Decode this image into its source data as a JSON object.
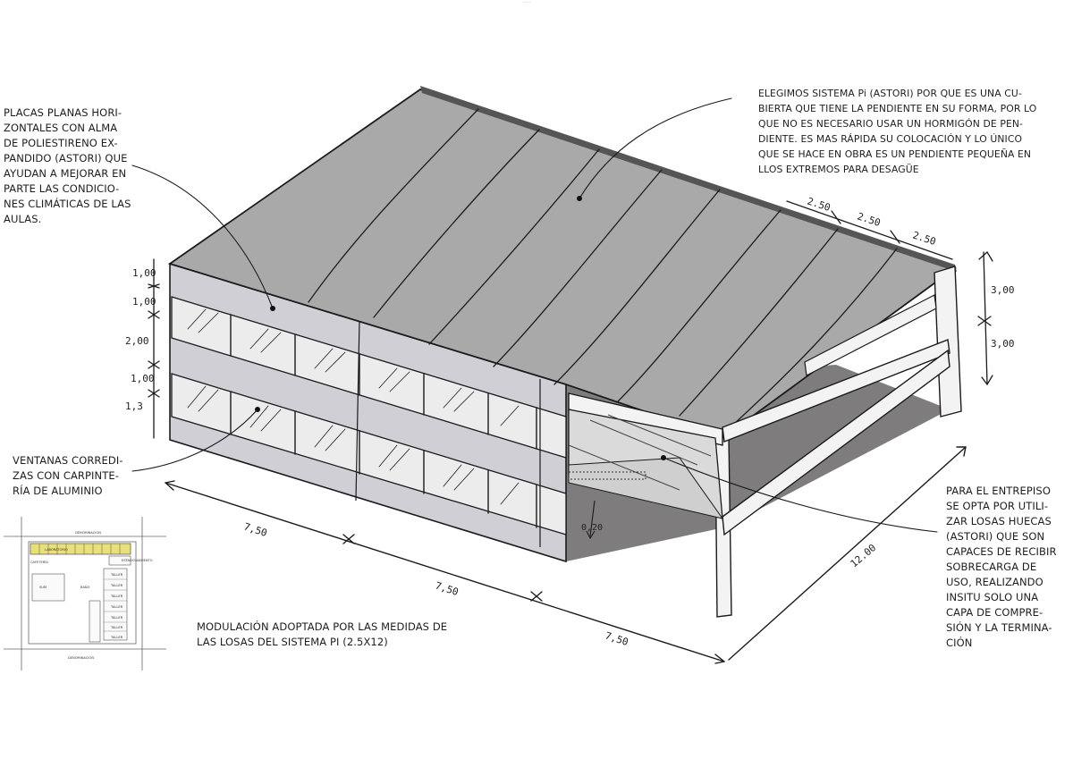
{
  "notes": {
    "placas": [
      "PLACAS PLANAS HORI-",
      "ZONTALES CON ALMA",
      "DE POLIESTIRENO EX-",
      "PANDIDO (ASTORI) QUE",
      "AYUDAN A MEJORAR EN",
      "PARTE LAS CONDICIO-",
      "NES CLIMÁTICAS DE LAS",
      "AULAS."
    ],
    "sistema": [
      "ELEGIMOS SISTEMA Pi (ASTORI) POR QUE ES UNA CU-",
      "BIERTA QUE TIENE LA PENDIENTE EN SU FORMA, POR LO",
      "QUE NO ES NECESARIO USAR UN HORMIGÓN DE PEN-",
      "DIENTE. ES MAS RÁPIDA SU COLOCACIÓN Y LO ÚNICO",
      "QUE SE HACE EN OBRA ES UN PENDIENTE PEQUEÑA EN",
      "LLOS EXTREMOS PARA DESAGÜE"
    ],
    "ventanas": [
      "VENTANAS CORREDI-",
      "ZAS CON CARPINTE-",
      "RÍA DE ALUMINIO"
    ],
    "entrepiso": [
      "PARA EL ENTREPISO",
      "SE OPTA POR UTILI-",
      "ZAR LOSAS HUECAS",
      "(ASTORI) QUE SON",
      "CAPACES DE RECIBIR",
      "SOBRECARGA DE",
      "USO, REALIZANDO",
      "INSITU SOLO UNA",
      "CAPA DE COMPRE-",
      "SIÓN Y LA TERMINA-",
      "CIÓN"
    ],
    "modulacion": [
      "MODULACIÓN ADOPTADA POR LAS MEDIDAS DE",
      "LAS LOSAS DEL SISTEMA PI (2.5X12)"
    ]
  },
  "dimensions": {
    "left_heights": [
      "1,00",
      "1,00",
      "2,00",
      "1,00",
      "1,3"
    ],
    "right_heights": [
      "3,00",
      "3,00"
    ],
    "top_modules": [
      "2.50",
      "2.50",
      "2.50"
    ],
    "bottom_modules": [
      "7,50",
      "7,50",
      "7,50"
    ],
    "depth": "12.00",
    "slab": "0,20"
  },
  "site_plan": {
    "street_top": "DENOMINACIÓN",
    "street_bottom": "DENOMINACIÓN",
    "labels": [
      "LABORATORIO",
      "CAFETERÍA",
      "SUM",
      "TALLER",
      "TALLER",
      "TALLER",
      "TALLER",
      "TALLER",
      "TALLER",
      "BAÑO",
      "TALLER",
      "ESTACIONAMIENTO"
    ]
  },
  "colors": {
    "roof": "#a9a9a9",
    "facade": "#cfcfd5",
    "ground_shadow": "#7e7c7c",
    "highlight": "#e8e07a"
  }
}
